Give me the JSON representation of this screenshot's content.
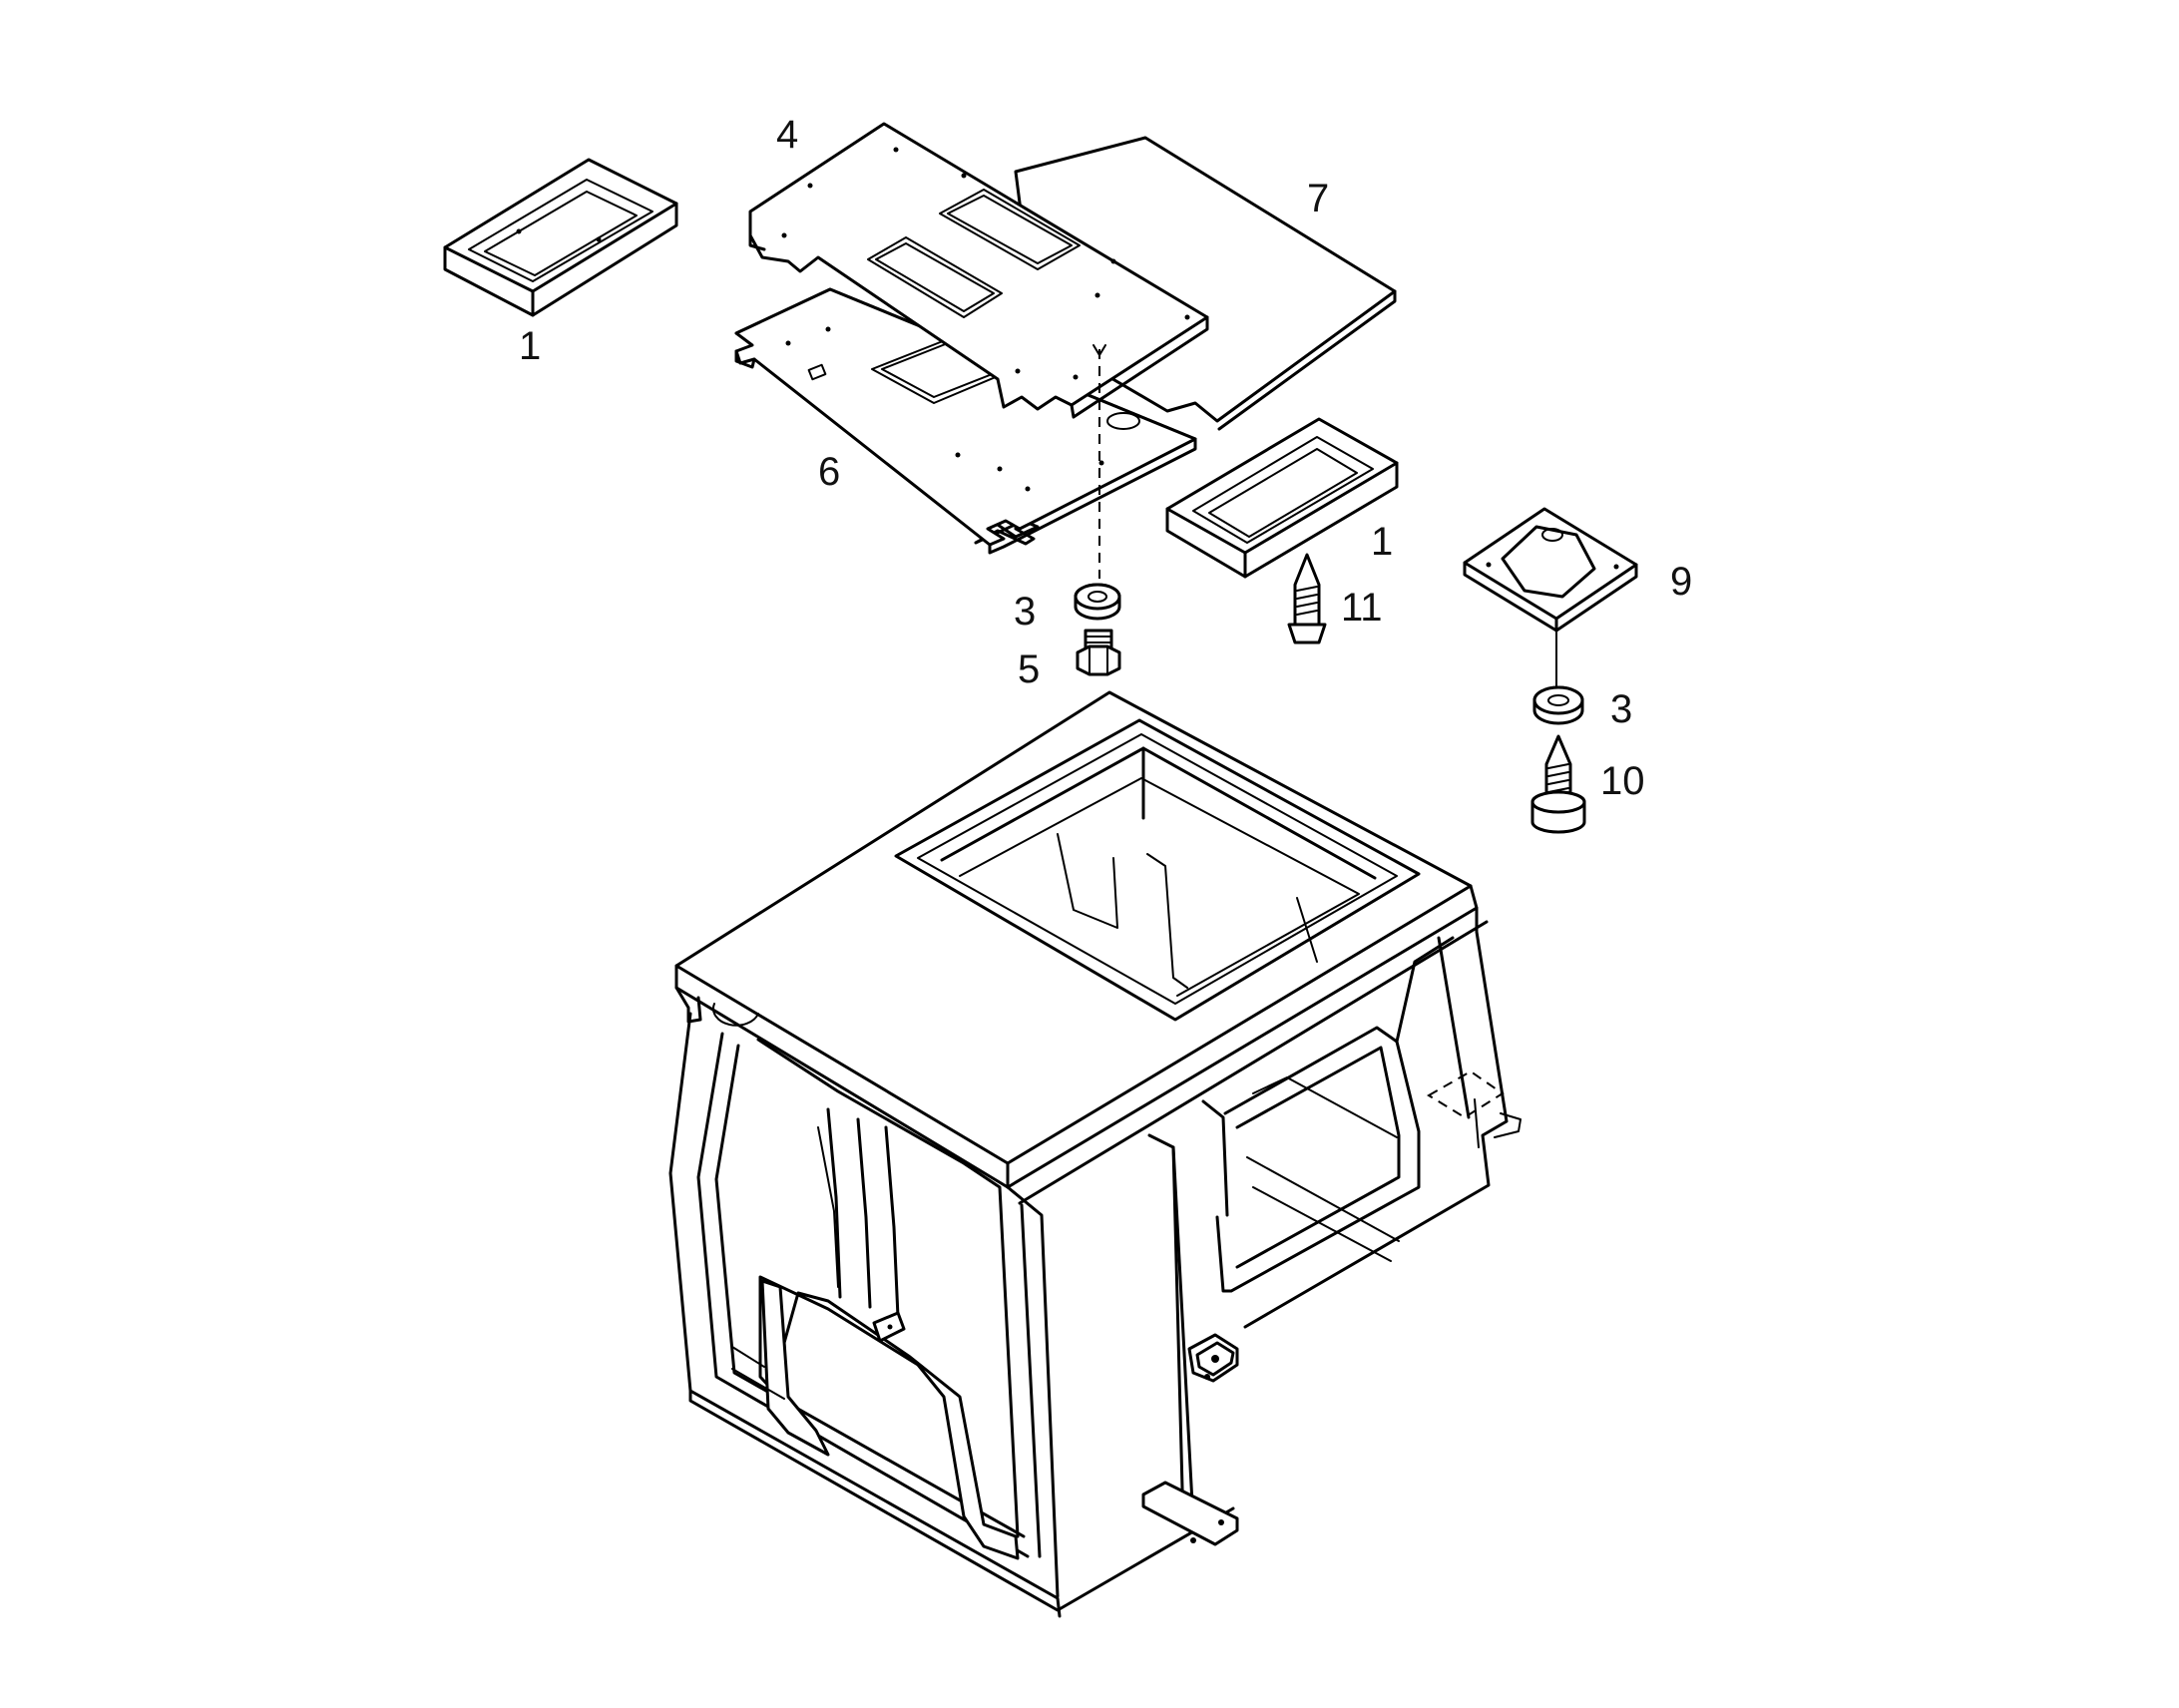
{
  "callouts": {
    "c1a": "1",
    "c4": "4",
    "c7": "7",
    "c6": "6",
    "c1b": "1",
    "c9": "9",
    "c3a": "3",
    "c5": "5",
    "c11": "11",
    "c3b": "3",
    "c10": "10"
  }
}
